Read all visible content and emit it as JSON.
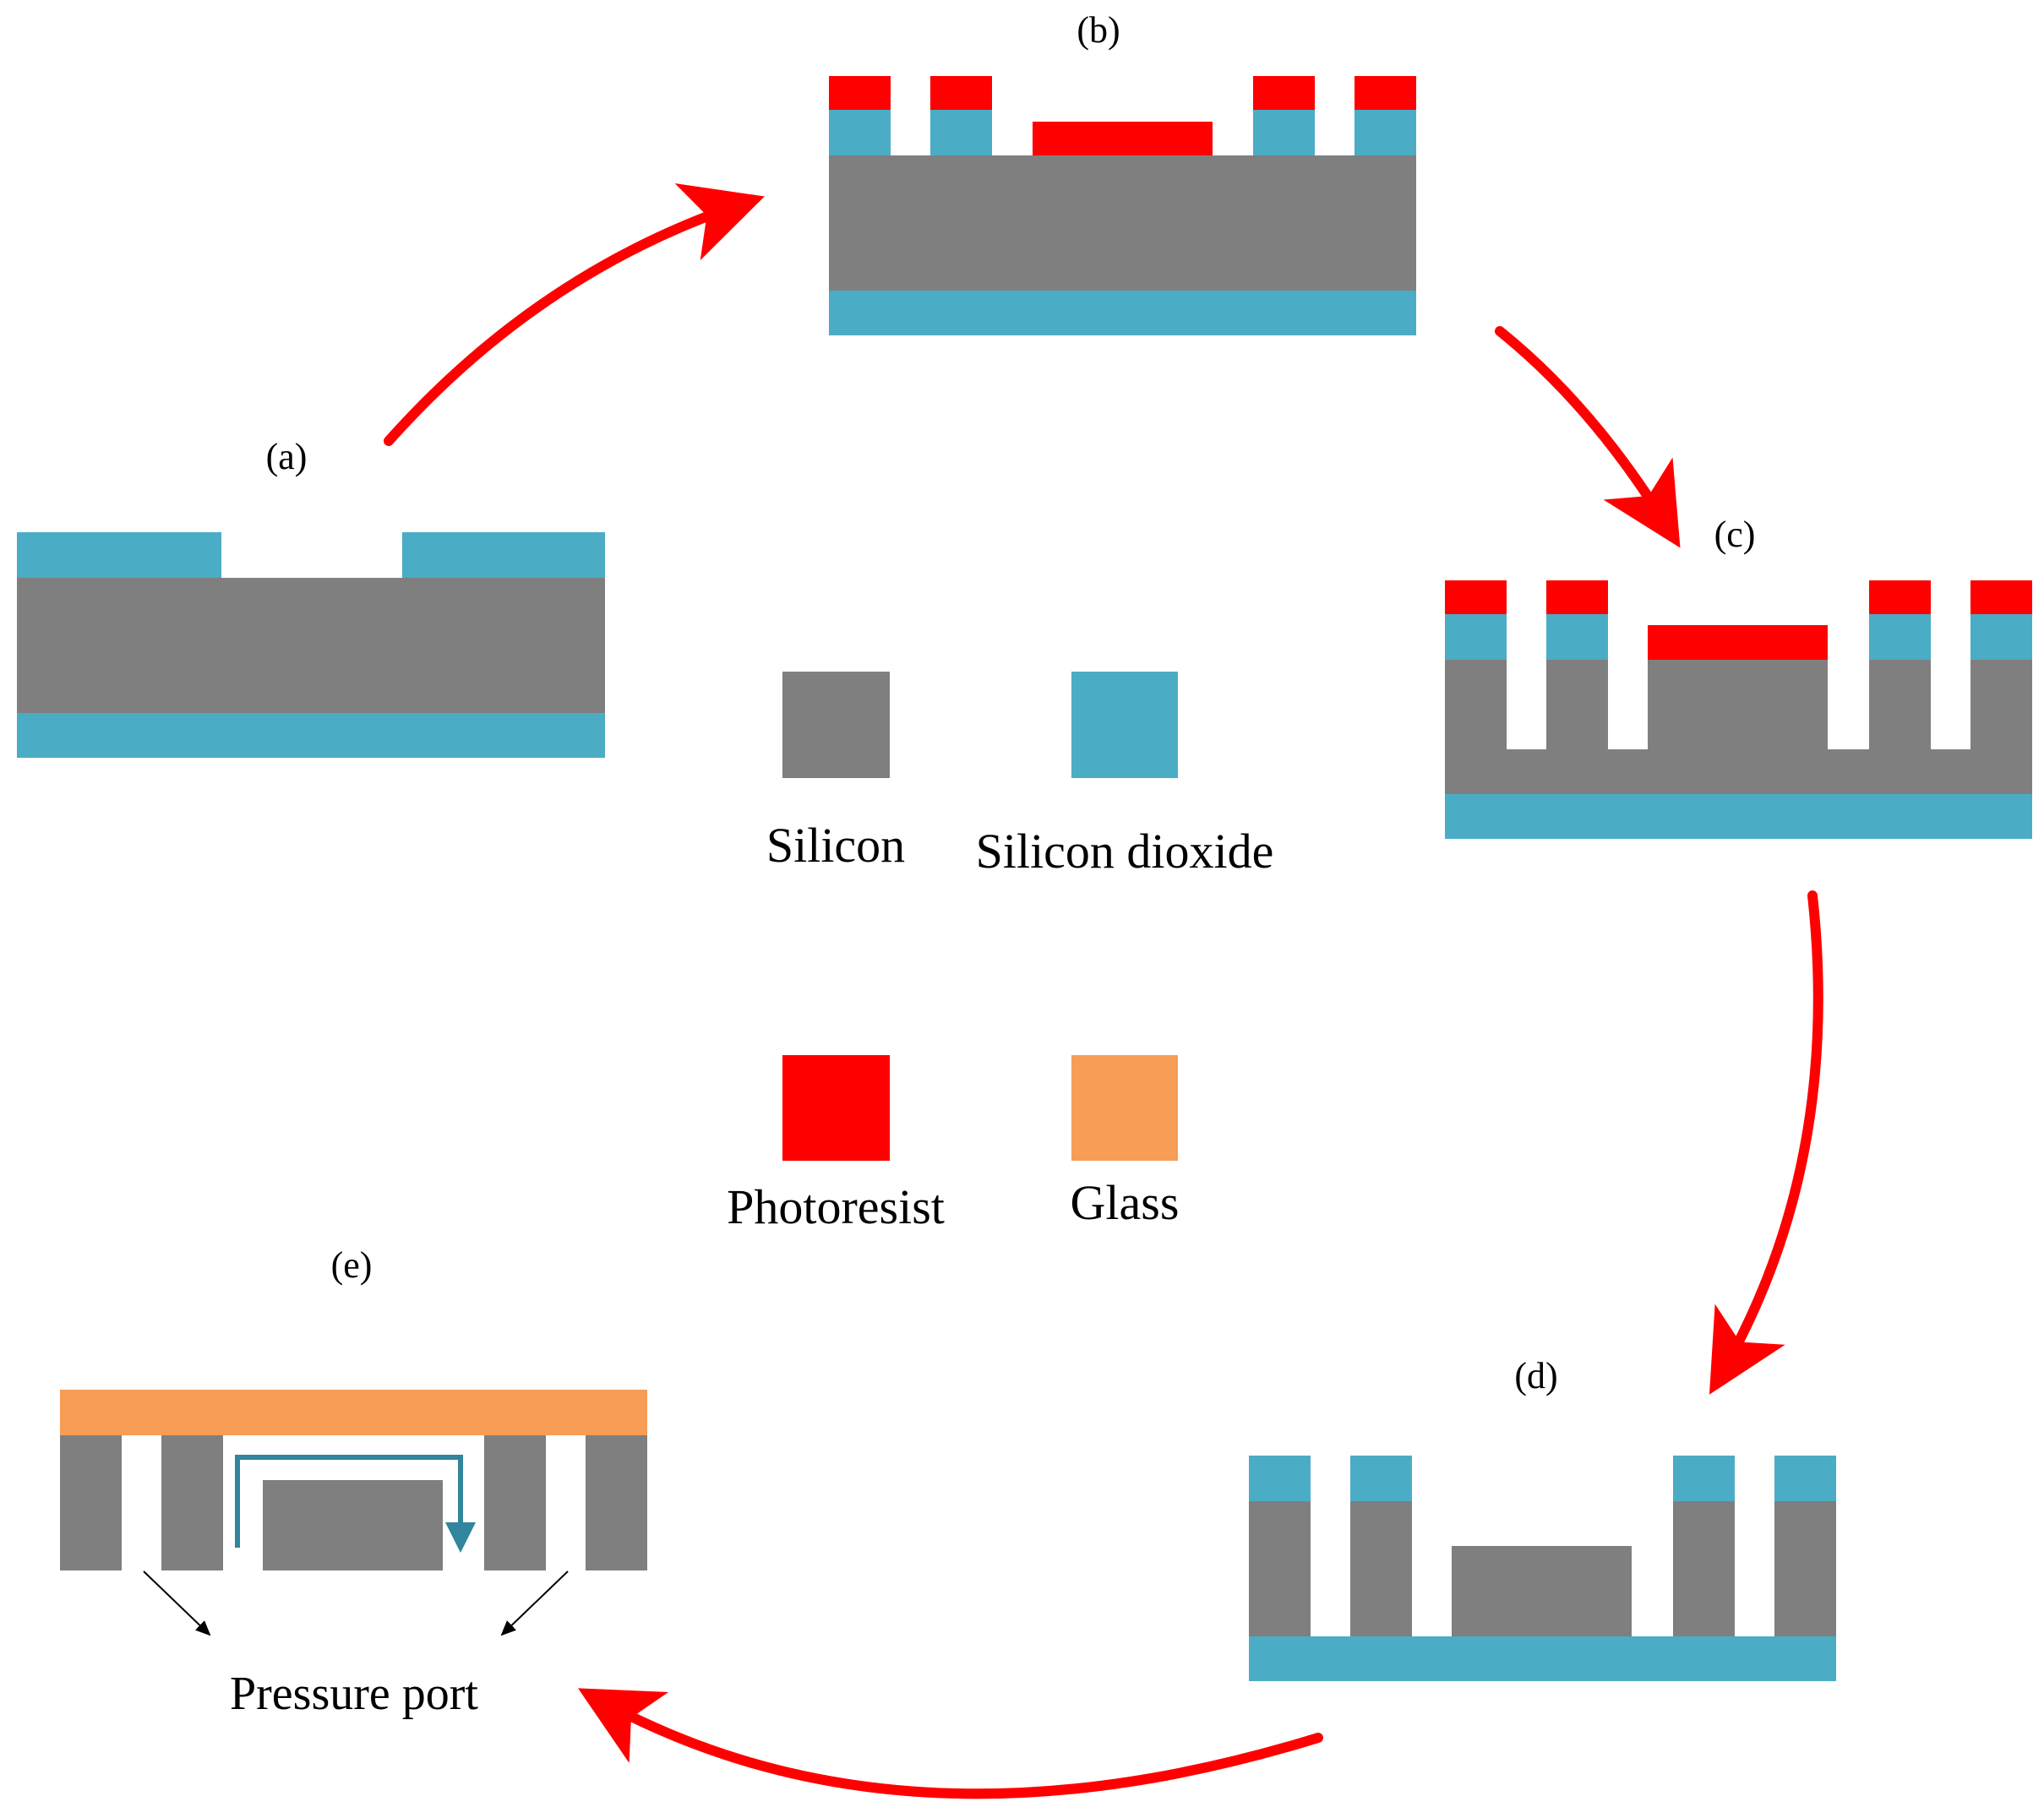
{
  "colors": {
    "silicon": "#7f7f7f",
    "silicon_dioxide": "#4bacc6",
    "photoresist": "#ff0000",
    "glass": "#f79d56",
    "flow_arrow": "#31859c",
    "process_arrow": "#ff0000",
    "pointer_arrow": "#000000"
  },
  "steps": {
    "a": {
      "label": "(a)"
    },
    "b": {
      "label": "(b)"
    },
    "c": {
      "label": "(c)"
    },
    "d": {
      "label": "(d)"
    },
    "e": {
      "label": "(e)",
      "annotation": "Pressure port"
    }
  },
  "legend": {
    "items": [
      {
        "key": "silicon",
        "label": "Silicon",
        "color": "#7f7f7f"
      },
      {
        "key": "silicon_dioxide",
        "label": "Silicon dioxide",
        "color": "#4bacc6"
      },
      {
        "key": "photoresist",
        "label": "Photoresist",
        "color": "#ff0000"
      },
      {
        "key": "glass",
        "label": "Glass",
        "color": "#f79d56"
      }
    ]
  }
}
